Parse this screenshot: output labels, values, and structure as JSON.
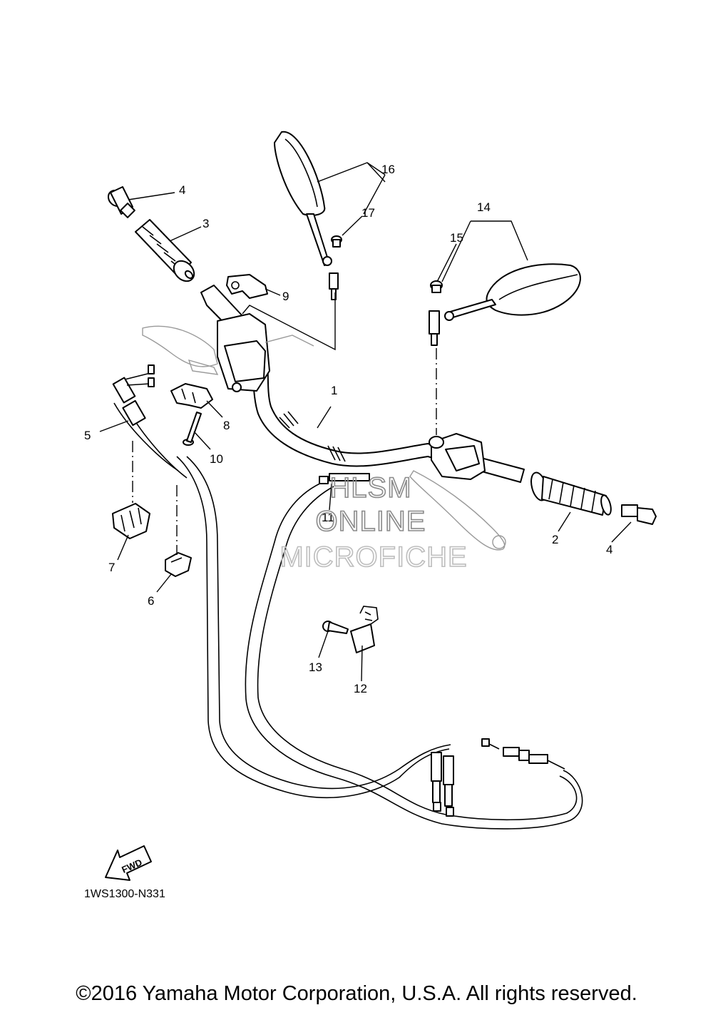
{
  "diagram": {
    "callouts": [
      "1",
      "2",
      "3",
      "4",
      "4",
      "5",
      "6",
      "7",
      "8",
      "9",
      "10",
      "11",
      "12",
      "13",
      "14",
      "15",
      "16",
      "17"
    ],
    "watermark": [
      "HLSM",
      "ONLINE",
      "MICROFICHE"
    ],
    "fwd_label": "FWD",
    "drawing_code": "1WS1300-N331",
    "copyright": "©2016 Yamaha Motor Corporation, U.S.A. All rights reserved."
  }
}
